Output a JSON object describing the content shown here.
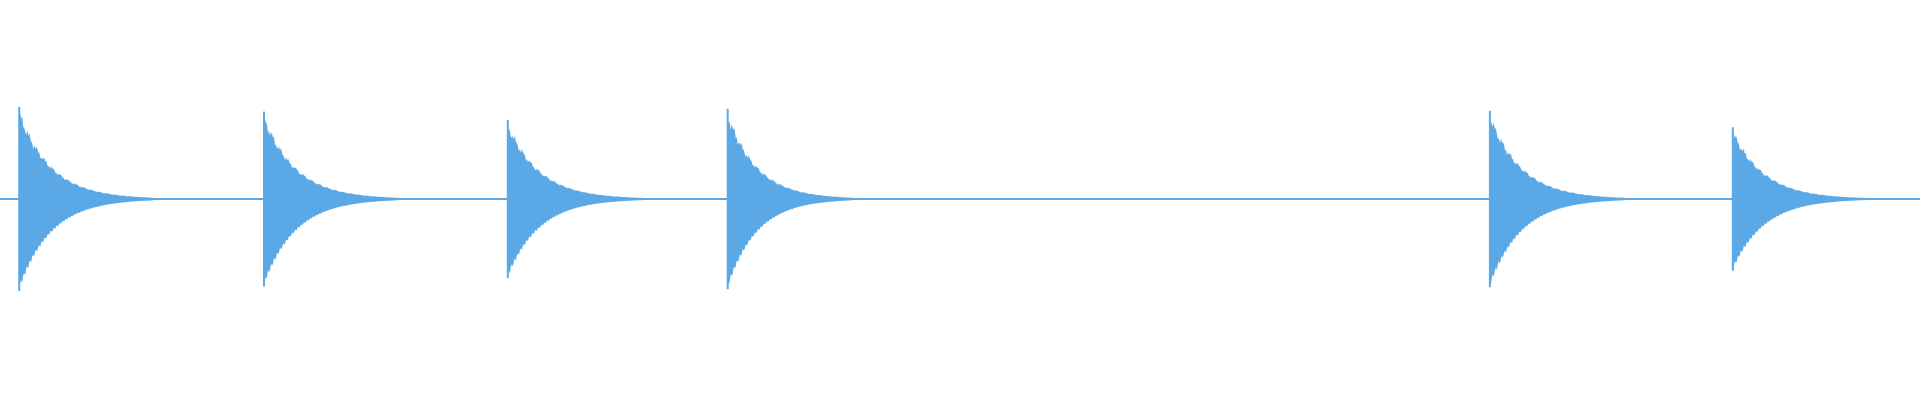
{
  "waveform": {
    "color": "#5aa9e6",
    "background": "#ffffff",
    "baseline_amplitude": 0.01,
    "envelope_shape": "exponential-decay",
    "bursts": [
      {
        "time": 0.01,
        "peak": 1.0,
        "length": 0.07,
        "attack_peak": 0.93
      },
      {
        "time": 0.1375,
        "peak": 0.95,
        "length": 0.07,
        "attack_peak": 0.84
      },
      {
        "time": 0.2645,
        "peak": 0.86,
        "length": 0.07,
        "attack_peak": 0.78
      },
      {
        "time": 0.379,
        "peak": 0.98,
        "length": 0.065,
        "attack_peak": 0.88
      },
      {
        "time": 0.776,
        "peak": 0.96,
        "length": 0.07,
        "attack_peak": 0.86
      },
      {
        "time": 0.9025,
        "peak": 0.78,
        "length": 0.07,
        "attack_peak": 0.66
      }
    ]
  }
}
